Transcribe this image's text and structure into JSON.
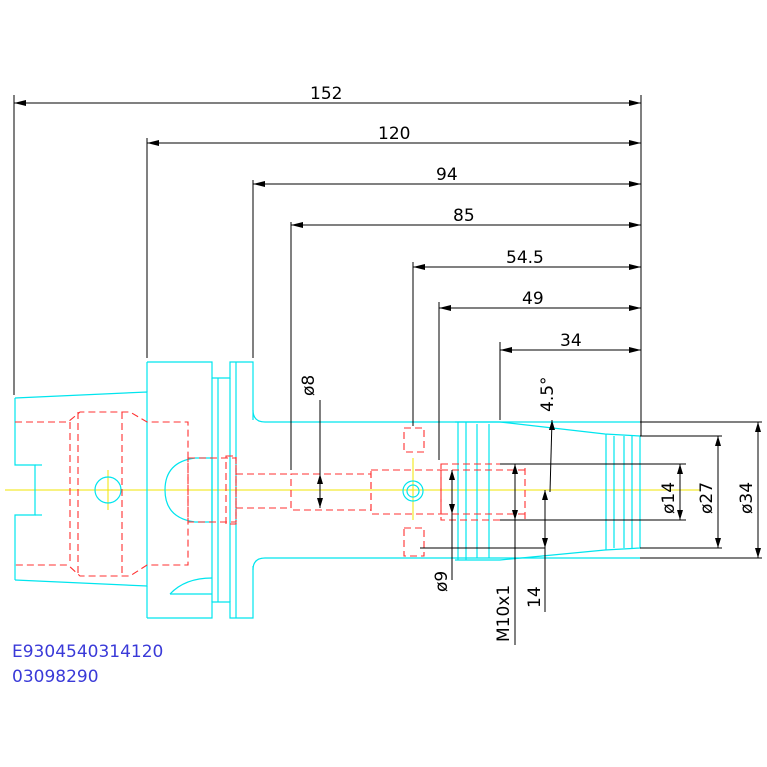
{
  "drawing": {
    "dimensions": {
      "d152": "152",
      "d120": "120",
      "d94": "94",
      "d85": "85",
      "d545": "54.5",
      "d49": "49",
      "d34": "34",
      "angle": "4.5°",
      "dia8": "ø8",
      "dia9": "ø9",
      "dia14": "ø14",
      "dia27": "ø27",
      "dia34": "ø34",
      "thread": "M10x1",
      "len14": "14"
    },
    "codes": {
      "line1": "E9304540314120",
      "line2": "03098290"
    },
    "colors": {
      "outline": "#00e5ee",
      "hidden": "#ff3030",
      "centerline": "#f2e600",
      "dimension": "#000000",
      "code_text": "#3a3ad8"
    }
  }
}
